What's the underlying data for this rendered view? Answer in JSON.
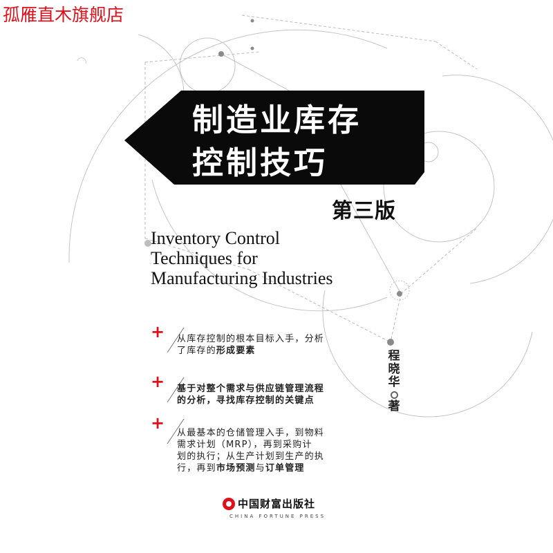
{
  "store_name": "孤雁直木旗舰店",
  "cover": {
    "title_line1": "制造业库存",
    "title_line2": "控制技巧",
    "edition": "第三版",
    "english_title": [
      "Inventory Control",
      "Techniques for",
      "Manufacturing Industries"
    ],
    "bullets": [
      {
        "lines": [
          {
            "plain": "从库存控制的根本目标入手，分析",
            "bold": ""
          },
          {
            "plain": "了库存的",
            "bold": "形成要素"
          }
        ]
      },
      {
        "lines": [
          {
            "plain": "",
            "bold": "基于对整个需求与供应链管理流程"
          },
          {
            "plain": "",
            "bold": "的分析，寻找库存控制的关键点"
          }
        ]
      },
      {
        "lines": [
          {
            "plain": "从最基本的仓储管理入手，到物料",
            "bold": ""
          },
          {
            "plain": "需求计划（MRP），再到采购计",
            "bold": ""
          },
          {
            "plain": "划的执行；从生产计划到生产的执",
            "bold": ""
          },
          {
            "plain": "行，再到",
            "bold": "市场预测",
            "plain2": "与",
            "bold2": "订单管理"
          }
        ]
      }
    ],
    "author": {
      "name": [
        "程",
        "晓",
        "华"
      ],
      "role": "著"
    },
    "publisher": {
      "name_cn": "中国财富出版社",
      "name_en": "CHINA FORTUNE PRESS"
    },
    "bullet_mark": "+",
    "colors": {
      "accent": "#e0101a",
      "title_bg": "#0a0a0a",
      "lines": "#b8b8b8"
    }
  }
}
